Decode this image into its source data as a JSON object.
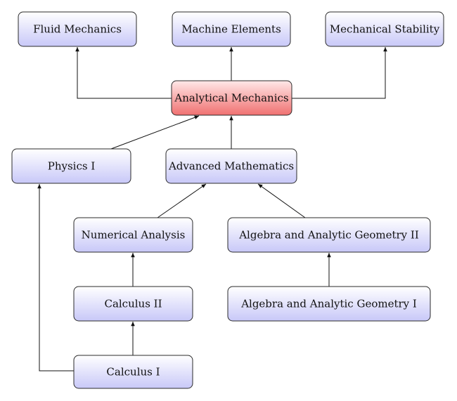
{
  "diagram": {
    "colors": {
      "node_gradient_top": "#ffffff",
      "node_gradient_bottom": "#c8c8f8",
      "highlight_gradient_top": "#ffe8e8",
      "highlight_gradient_bottom": "#f07070",
      "line": "#111111",
      "border": "#2b2b2b"
    },
    "nodes": [
      {
        "id": "fluid",
        "label": "Fluid Mechanics"
      },
      {
        "id": "machine",
        "label": "Machine Elements"
      },
      {
        "id": "stability",
        "label": "Mechanical Stability"
      },
      {
        "id": "analytical",
        "label": "Analytical Mechanics",
        "highlight": true
      },
      {
        "id": "physics1",
        "label": "Physics I"
      },
      {
        "id": "advmath",
        "label": "Advanced Mathematics"
      },
      {
        "id": "numerical",
        "label": "Numerical Analysis"
      },
      {
        "id": "alg2",
        "label": "Algebra and Analytic Geometry II"
      },
      {
        "id": "calc2",
        "label": "Calculus II"
      },
      {
        "id": "alg1",
        "label": "Algebra and Analytic Geometry I"
      },
      {
        "id": "calc1",
        "label": "Calculus I"
      }
    ],
    "edges": [
      {
        "from": "analytical",
        "to": "fluid"
      },
      {
        "from": "analytical",
        "to": "machine"
      },
      {
        "from": "analytical",
        "to": "stability"
      },
      {
        "from": "physics1",
        "to": "analytical"
      },
      {
        "from": "advmath",
        "to": "analytical"
      },
      {
        "from": "numerical",
        "to": "advmath"
      },
      {
        "from": "alg2",
        "to": "advmath"
      },
      {
        "from": "calc2",
        "to": "numerical"
      },
      {
        "from": "alg1",
        "to": "alg2"
      },
      {
        "from": "calc1",
        "to": "calc2"
      },
      {
        "from": "calc1",
        "to": "physics1"
      }
    ]
  }
}
